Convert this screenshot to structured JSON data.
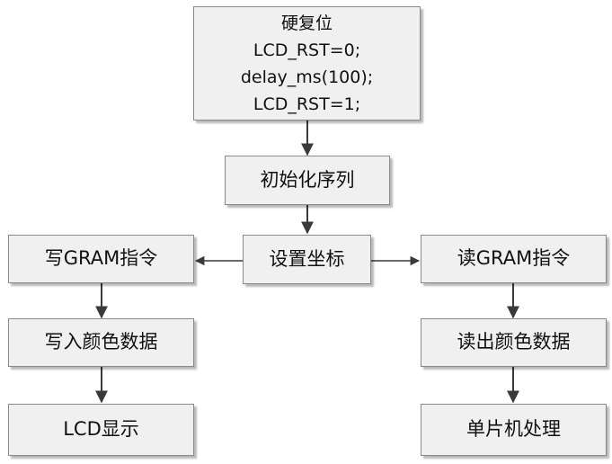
{
  "nodes": {
    "reset": {
      "title": "硬复位",
      "lines": [
        "LCD_RST=0;",
        "delay_ms(100);",
        "LCD_RST=1;"
      ]
    },
    "init": "初始化序列",
    "set_coord": "设置坐标",
    "write_gram": "写GRAM指令",
    "write_color": "写入颜色数据",
    "lcd_display": "LCD显示",
    "read_gram": "读GRAM指令",
    "read_color": "读出颜色数据",
    "mcu_process": "单片机处理"
  },
  "edges": [
    {
      "from": "reset",
      "to": "init"
    },
    {
      "from": "init",
      "to": "set_coord"
    },
    {
      "from": "set_coord",
      "to": "write_gram"
    },
    {
      "from": "set_coord",
      "to": "read_gram"
    },
    {
      "from": "write_gram",
      "to": "write_color"
    },
    {
      "from": "write_color",
      "to": "lcd_display"
    },
    {
      "from": "read_gram",
      "to": "read_color"
    },
    {
      "from": "read_color",
      "to": "mcu_process"
    }
  ],
  "colors": {
    "box_fill": "#f0f0f0",
    "box_border": "#8a8a8a",
    "arrow": "#3a3a3a"
  }
}
